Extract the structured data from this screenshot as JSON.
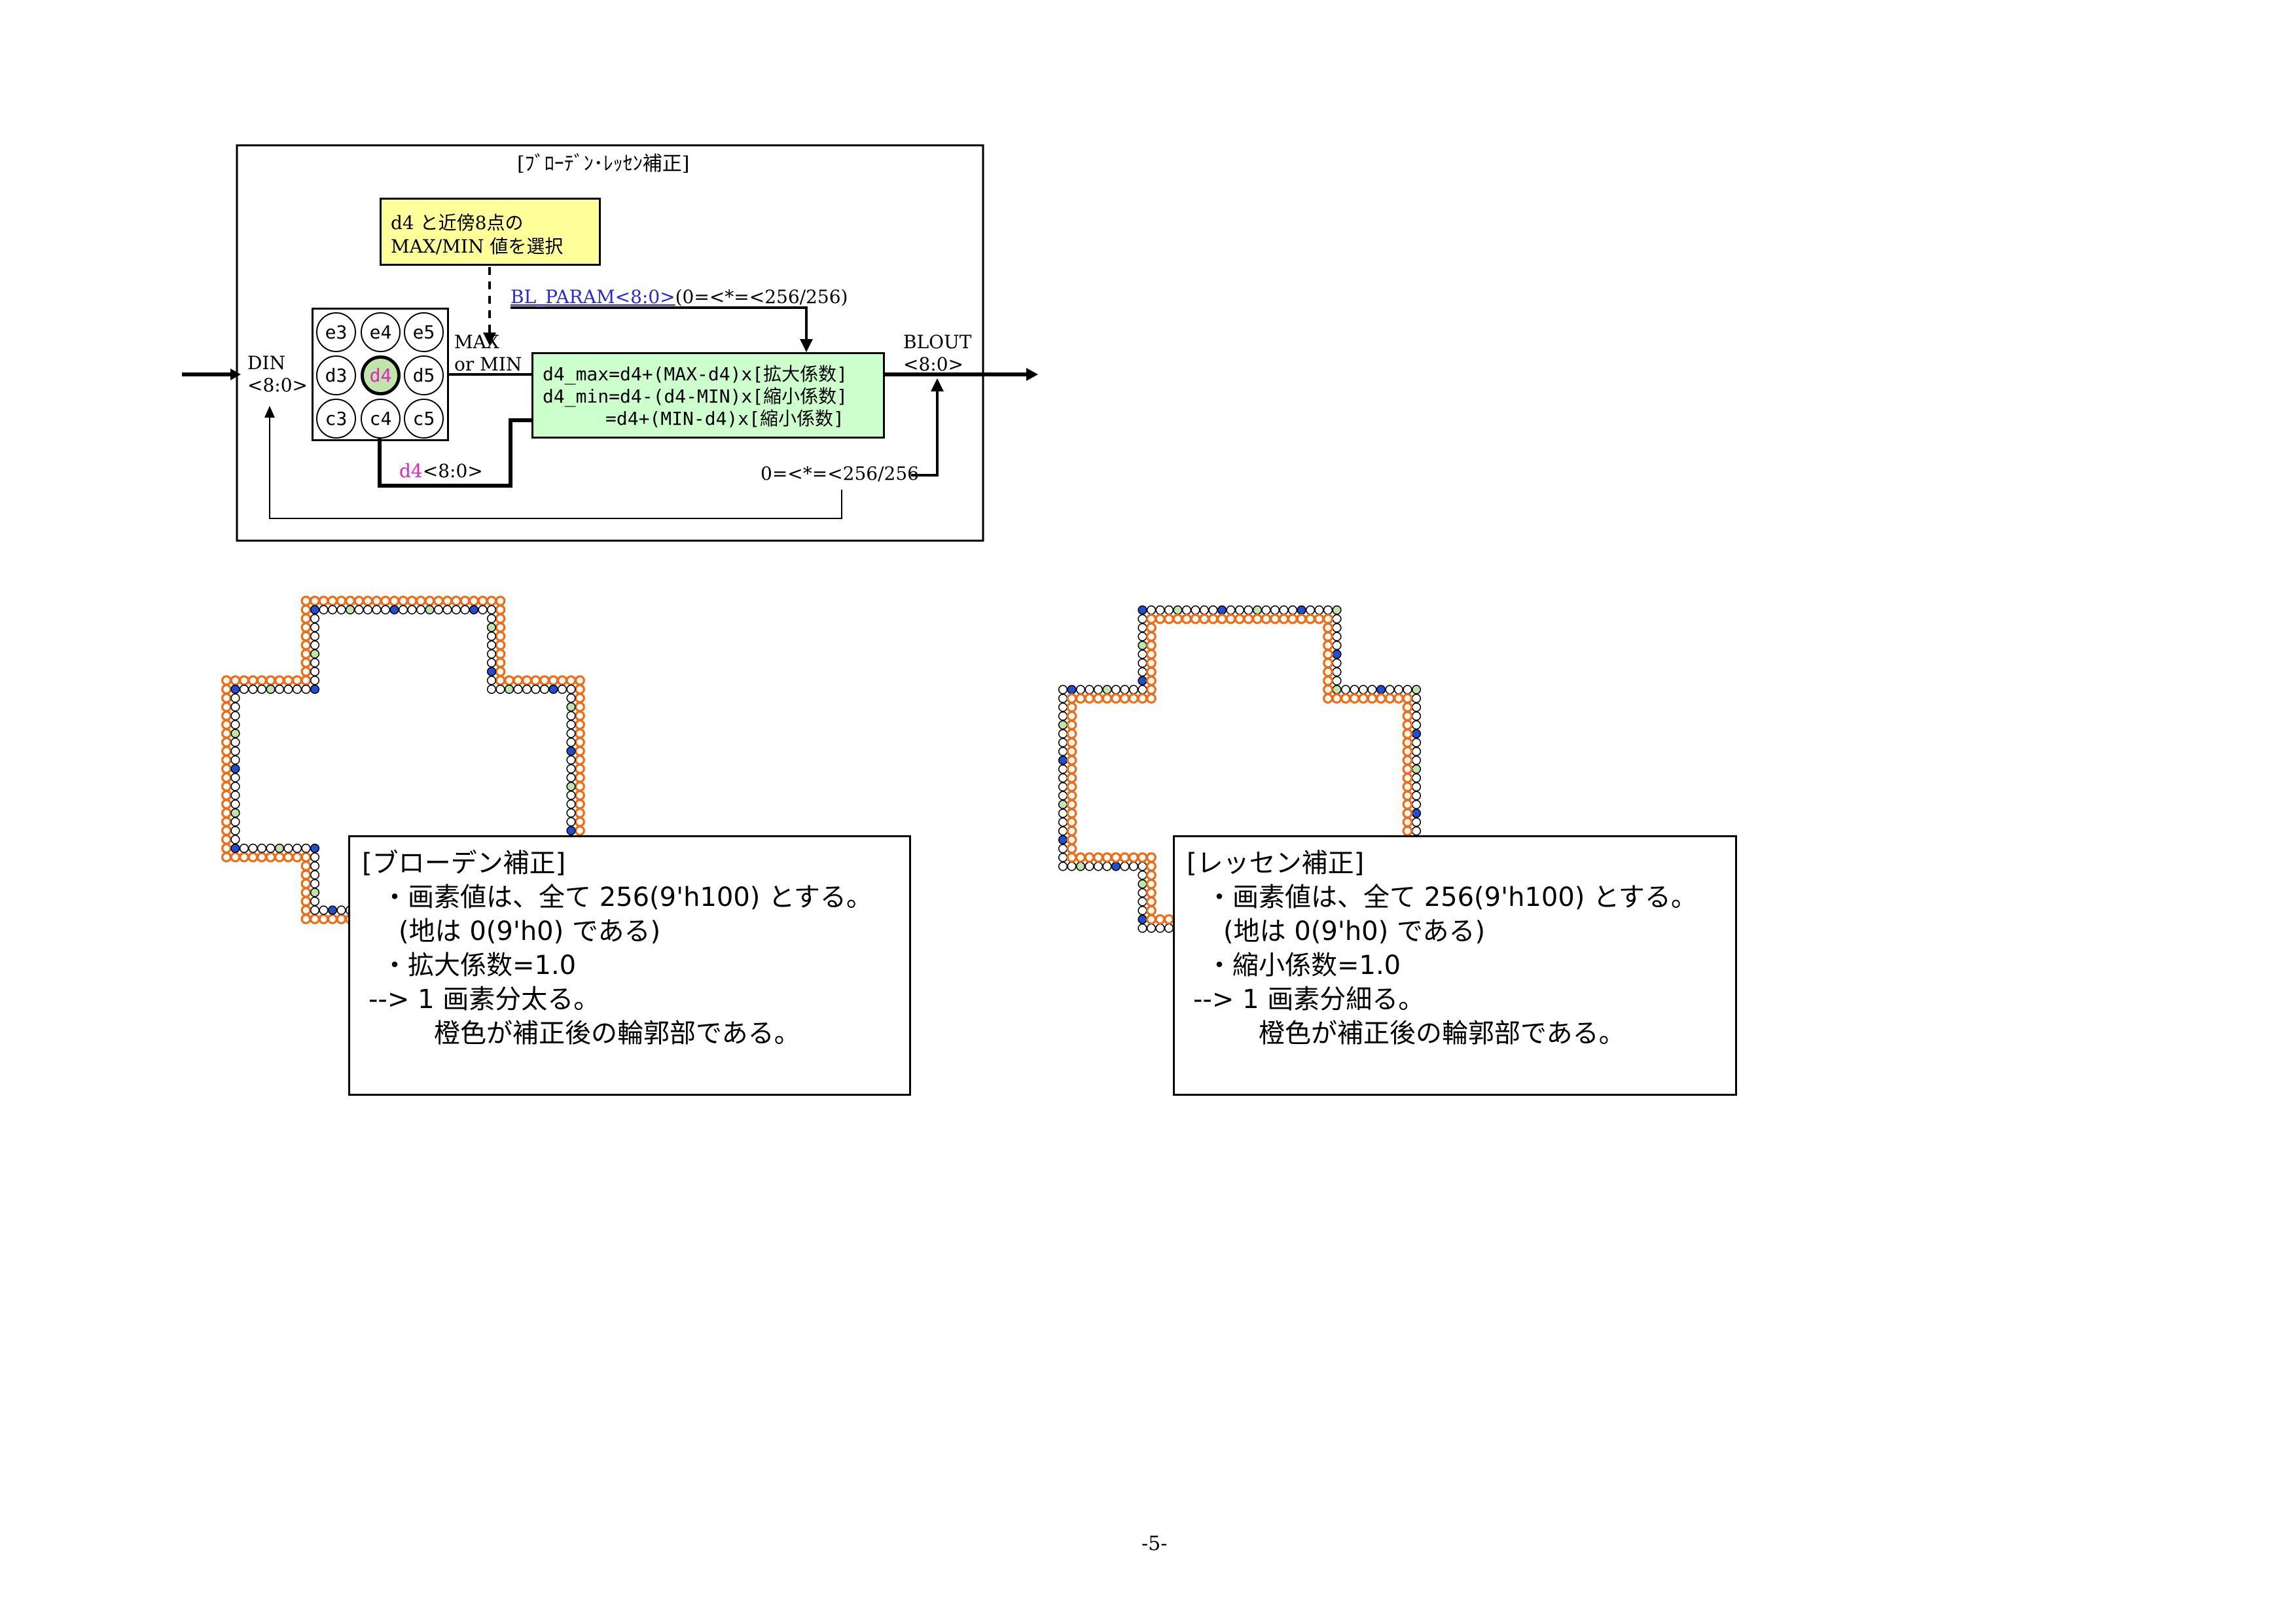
{
  "top_diagram": {
    "title": "[ﾌﾞﾛｰﾃﾞﾝ･ﾚｯｾﾝ補正]",
    "selector_box": [
      "d4 と近傍8点の",
      "MAX/MIN 値を選択"
    ],
    "bl_param_name": "BL_PARAM<8:0>",
    "bl_param_range": "(0=<*=<256/256)",
    "din_label": [
      "DIN",
      "<8:0>"
    ],
    "maxmin_label": [
      "MAX",
      "or MIN"
    ],
    "blout_label": [
      "BLOUT",
      "<8:0>"
    ],
    "grid_cells": [
      "e3",
      "e4",
      "e5",
      "d3",
      "d4",
      "d5",
      "c3",
      "c4",
      "c5"
    ],
    "formula": [
      "d4_max=d4+(MAX-d4)x[拡大係数]",
      "d4_min=d4-(d4-MIN)x[縮小係数]",
      "=d4+(MIN-d4)x[縮小係数]"
    ],
    "d4_bus_name": "d4",
    "d4_bus_suffix": "<8:0>",
    "range_label": "0=<*=<256/256"
  },
  "left_panel": {
    "lines": [
      "[ブローデン補正]",
      "・画素値は、全て 256(9'h100) とする。",
      "(地は 0(9'h0) である)",
      "・拡大係数=1.0",
      "--> 1 画素分太る。",
      "橙色が補正後の輪郭部である。"
    ]
  },
  "right_panel": {
    "lines": [
      "[レッセン補正]",
      "・画素値は、全て 256(9'h100) とする。",
      "(地は 0(9'h0) である)",
      "・縮小係数=1.0",
      "--> 1 画素分細る。",
      "橙色が補正後の輪郭部である。"
    ]
  },
  "page_number": "-5-",
  "colors": {
    "orange": "#f26b12",
    "blue": "#1f4fd4",
    "green": "#bfe6a8",
    "yellow_box": "#ffff99",
    "formula_box": "#ccffcc",
    "magenta": "#e020c8",
    "link_blue": "#2a2ad8"
  }
}
